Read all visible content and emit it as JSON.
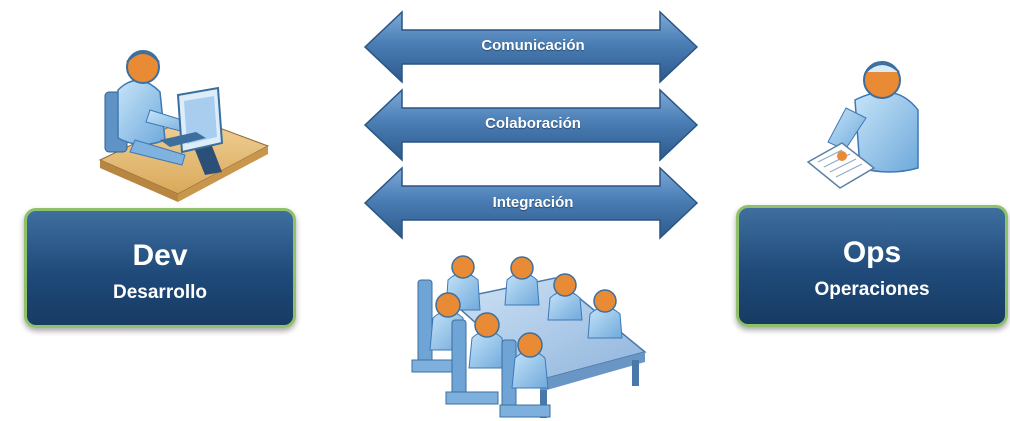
{
  "arrows": [
    {
      "label": "Comunicación"
    },
    {
      "label": "Colaboración"
    },
    {
      "label": "Integración"
    }
  ],
  "dev": {
    "title": "Dev",
    "subtitle": "Desarrollo"
  },
  "ops": {
    "title": "Ops",
    "subtitle": "Operaciones"
  },
  "icons": [
    "developer-at-computer-icon",
    "operator-with-document-icon",
    "team-meeting-icon"
  ],
  "colors": {
    "box_fill": "#1f4a7a",
    "box_border": "#8fc06a",
    "arrow_fill": "#4a7eb5",
    "figure_blue": "#8ec3ea",
    "skin": "#e98a35"
  }
}
